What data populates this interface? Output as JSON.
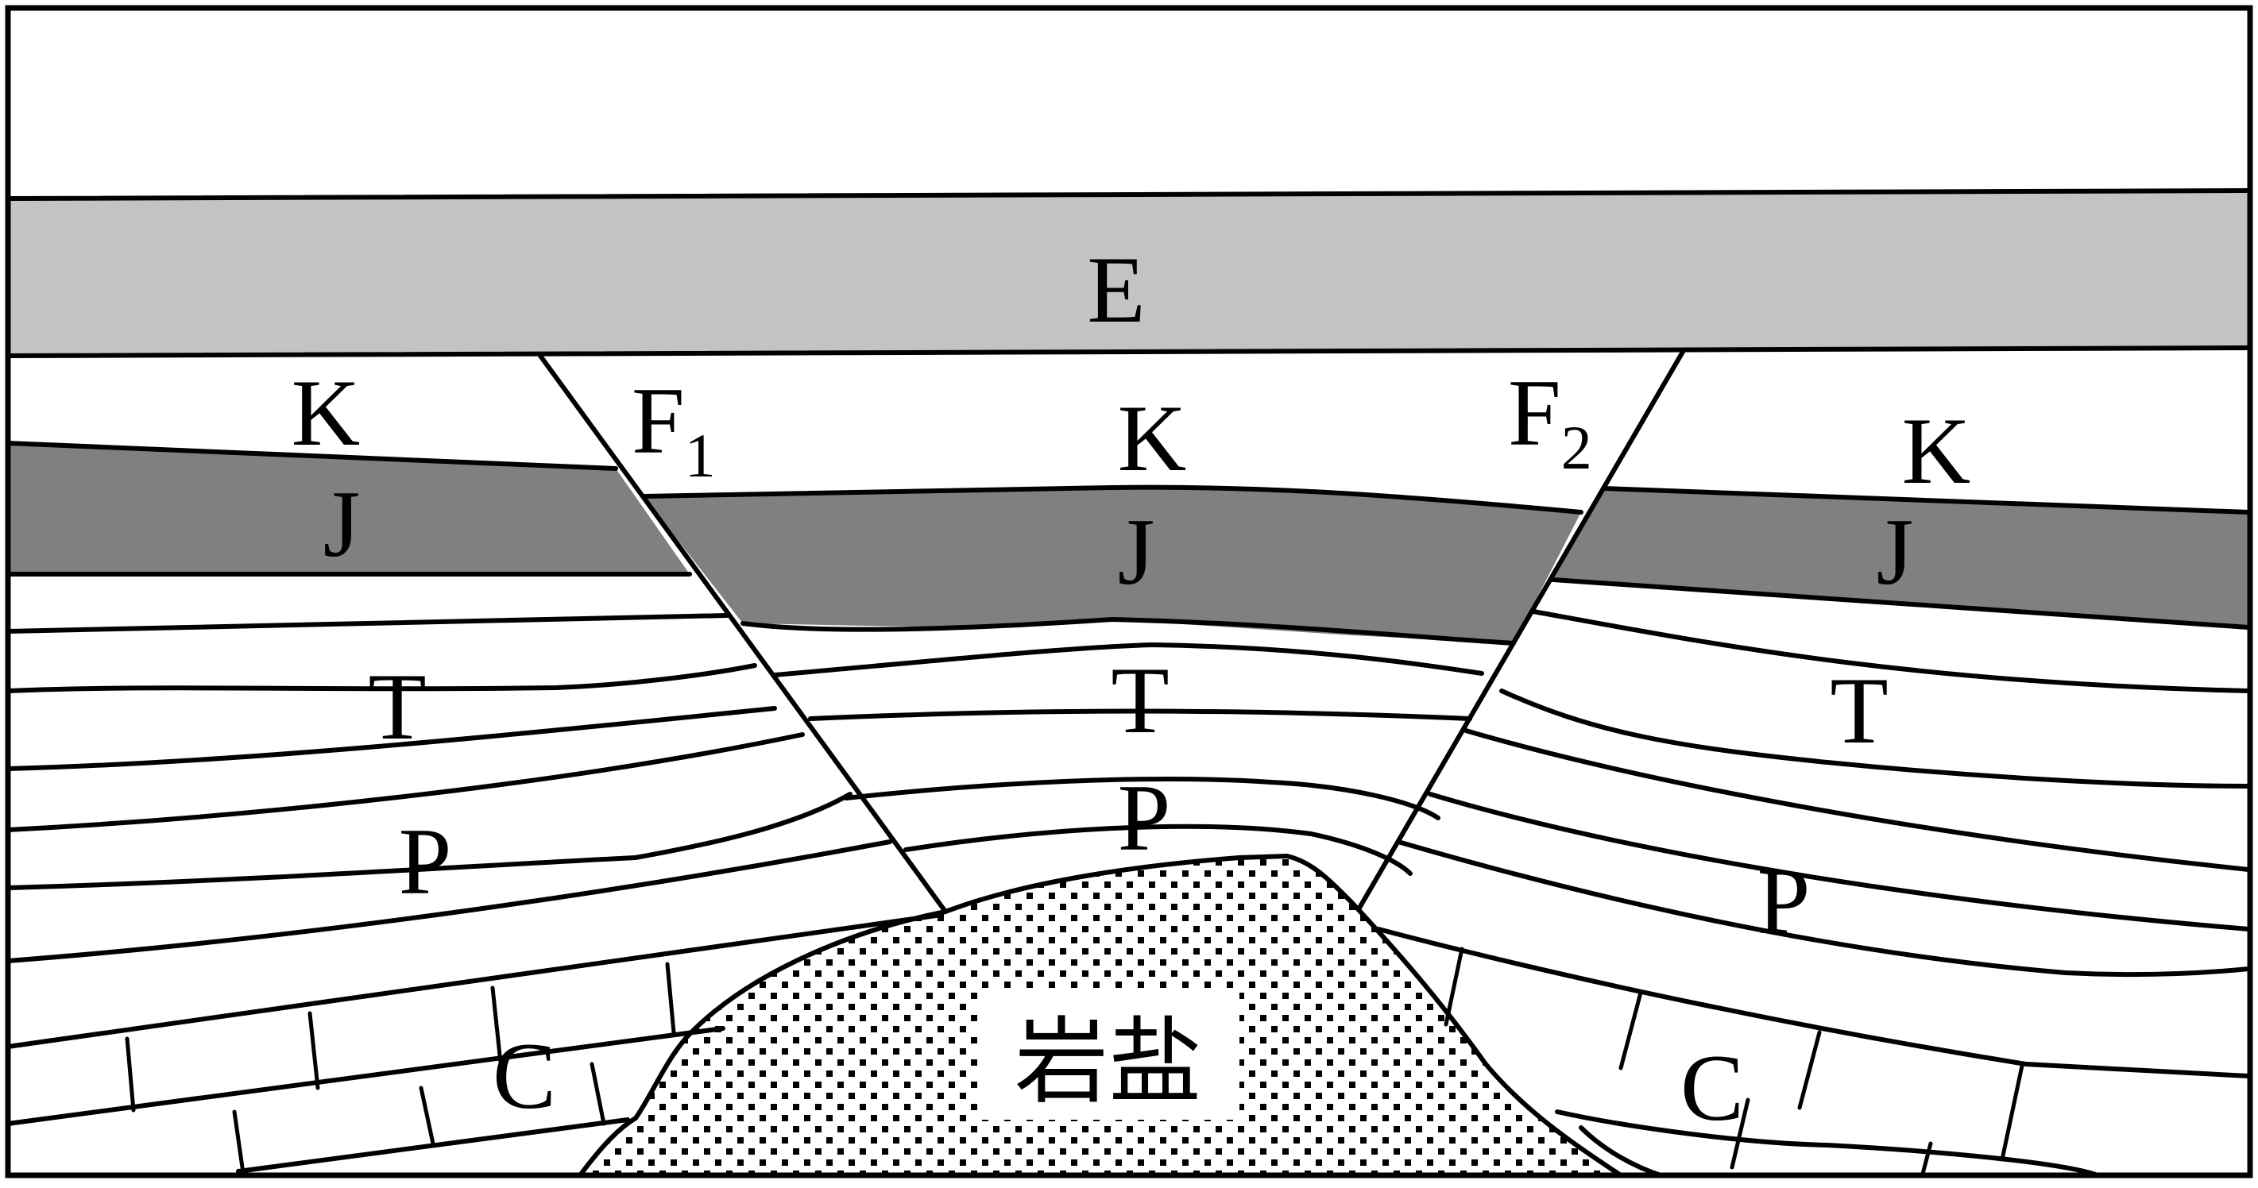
{
  "colors": {
    "background": "#ffffff",
    "E_layer": "#c3c3c3",
    "J_layer": "#808080",
    "salt_dots": "#000000",
    "line": "#000000"
  },
  "labels": {
    "E": "E",
    "K_left": "K",
    "K_middle": "K",
    "K_right": "K",
    "J_left": "J",
    "J_middle": "J",
    "J_right": "J",
    "T_left": "T",
    "T_middle": "T",
    "T_right": "T",
    "P_left": "P",
    "P_middle": "P",
    "P_right": "P",
    "C_left": "C",
    "C_right": "C",
    "F1_main": "F",
    "F1_sub": "1",
    "F2_main": "F",
    "F2_sub": "2",
    "salt": "岩盐"
  }
}
